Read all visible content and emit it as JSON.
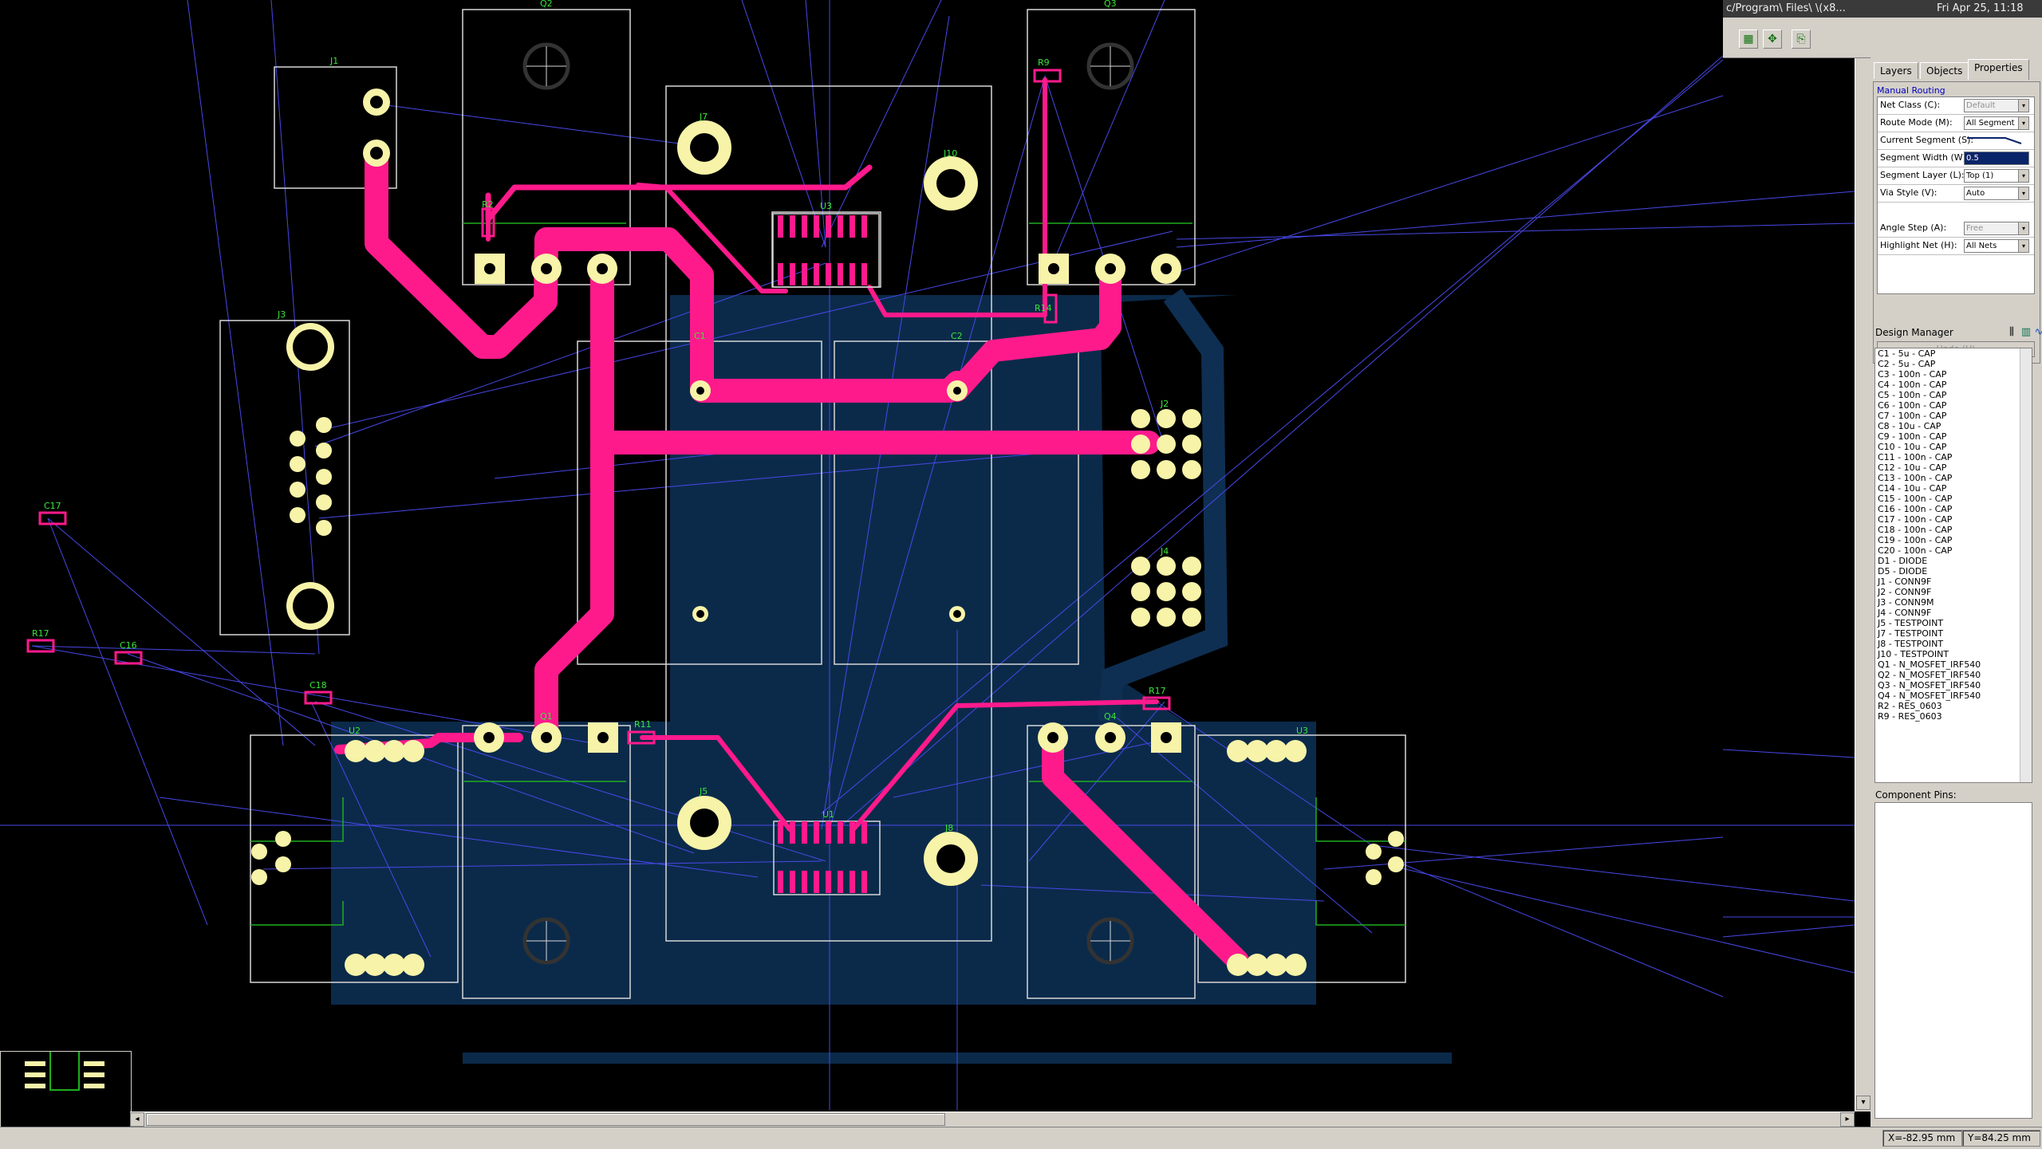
{
  "system_bar": {
    "path": "c/Program\\ Files\\ \\(x8...",
    "date_time": "Fri Apr 25, 11:18"
  },
  "tabs": [
    "Layers",
    "Objects",
    "Properties"
  ],
  "properties": {
    "section_title": "Manual Routing",
    "rows": [
      {
        "label": "Net Class (C):",
        "value": "Default",
        "state": "disabled"
      },
      {
        "label": "Route Mode (M):",
        "value": "All Segment",
        "state": "normal"
      },
      {
        "label": "Current Segment (S):",
        "value": "",
        "state": "segment"
      },
      {
        "label": "Segment Width (W):",
        "value": "0.5",
        "state": "selected"
      },
      {
        "label": "Segment Layer (L):",
        "value": "Top (1)",
        "state": "normal"
      },
      {
        "label": "Via Style (V):",
        "value": "Auto",
        "state": "normal"
      },
      {
        "label": "Angle Step (A):",
        "value": "Free",
        "state": "disabled"
      },
      {
        "label": "Highlight Net (H):",
        "value": "All Nets",
        "state": "normal"
      }
    ],
    "undo_label": "Undo (U)"
  },
  "design_manager": {
    "title": "Design Manager",
    "items": [
      "C1 - 5u - CAP",
      "C2 - 5u - CAP",
      "C3 - 100n - CAP",
      "C4 - 100n - CAP",
      "C5 - 100n - CAP",
      "C6 - 100n - CAP",
      "C7 - 100n - CAP",
      "C8 - 10u - CAP",
      "C9 - 100n - CAP",
      "C10 - 10u - CAP",
      "C11 - 100n - CAP",
      "C12 - 10u - CAP",
      "C13 - 100n - CAP",
      "C14 - 10u - CAP",
      "C15 - 100n - CAP",
      "C16 - 100n - CAP",
      "C17 - 100n - CAP",
      "C18 - 100n - CAP",
      "C19 - 100n - CAP",
      "C20 - 100n - CAP",
      "D1 - DIODE",
      "D5 - DIODE",
      "J1 - CONN9F",
      "J2 - CONN9F",
      "J3 - CONN9M",
      "J4 - CONN9F",
      "J5 - TESTPOINT",
      "J7 - TESTPOINT",
      "J8 - TESTPOINT",
      "J10 - TESTPOINT",
      "Q1 - N_MOSFET_IRF540",
      "Q2 - N_MOSFET_IRF540",
      "Q3 - N_MOSFET_IRF540",
      "Q4 - N_MOSFET_IRF540",
      "R2 - RES_0603",
      "R9 - RES_0603"
    ]
  },
  "component_pins_title": "Component Pins:",
  "status": {
    "x": "X=-82.95 mm",
    "y": "Y=84.25 mm"
  },
  "components": [
    "J1",
    "Q2",
    "Q3",
    "J3",
    "J7",
    "J10",
    "U3",
    "R2",
    "R9",
    "R14",
    "C1",
    "C2",
    "J2",
    "J4",
    "C17",
    "R17",
    "C16",
    "C18",
    "U2",
    "Q1",
    "R11",
    "U1",
    "J5",
    "J8",
    "R17",
    "Q4",
    "U3"
  ],
  "colors": {
    "trace": "#ff1a8c",
    "pad": "#f7f3a8",
    "silk": "#d8d8d8",
    "pour": "#0b2a4a",
    "ratsnest": "#4848e8",
    "label": "#39e639"
  }
}
